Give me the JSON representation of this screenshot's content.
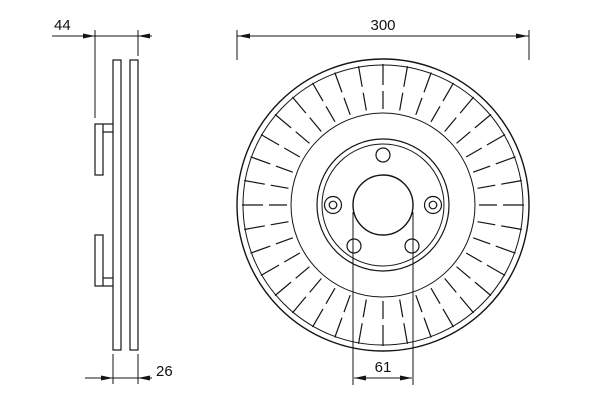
{
  "drawing": {
    "ink_color": "#141414",
    "dimensions": {
      "section_overall_width": "44",
      "section_disc_thickness": "26",
      "front_outer_diameter": "300",
      "front_center_bore": "61"
    }
  }
}
